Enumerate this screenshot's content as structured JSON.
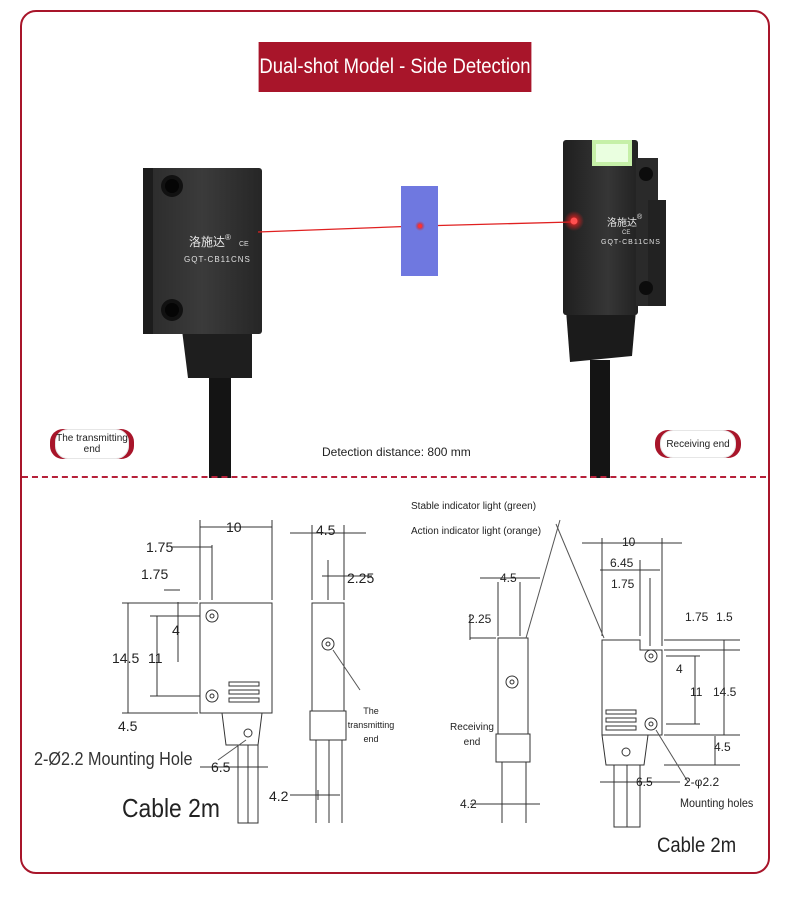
{
  "title": "Dual-shot Model - Side Detection",
  "photo": {
    "transmitter_label": "The transmitting end",
    "receiver_label": "Receiving end",
    "detection_distance": "Detection distance: 800 mm",
    "sensor_brand": "洛施达",
    "sensor_brand_mark": "®",
    "sensor_model": "GQT-CB11CNS",
    "ce_mark": "CE"
  },
  "left_drawing": {
    "dim_top_width": "10",
    "dim_1_75_a": "1.75",
    "dim_1_75_b": "1.75",
    "dim_height": "14.5",
    "dim_11": "11",
    "dim_4": "4",
    "dim_4_5_bottom": "4.5",
    "dim_side_width": "4.5",
    "dim_2_25": "2.25",
    "dim_cable_6_5": "6.5",
    "dim_cable_4_2": "4.2",
    "mounting_hole": "2-Ø2.2 Mounting Hole",
    "side_label": "The transmitting end",
    "cable": "Cable 2m"
  },
  "right_drawing": {
    "stable_light": "Stable indicator light (green)",
    "action_light": "Action indicator light (orange)",
    "dim_top_width": "10",
    "dim_6_45": "6.45",
    "dim_1_75_a": "1.75",
    "dim_4_5_top": "4.5",
    "dim_2_25": "2.25",
    "dim_1_75_b": "1.75",
    "dim_1_5": "1.5",
    "dim_4": "4",
    "dim_11": "11",
    "dim_height": "14.5",
    "dim_4_5_bottom": "4.5",
    "dim_cable_6_5": "6.5",
    "dim_hole": "2-φ2.2",
    "mounting_holes": "Mounting holes",
    "dim_cable_4_2": "4.2",
    "side_label": "Receiving end",
    "cable": "Cable 2m"
  },
  "colors": {
    "brand_red": "#a8152a",
    "laser_red": "#e02020",
    "indicator_green": "#c6f0a8"
  }
}
